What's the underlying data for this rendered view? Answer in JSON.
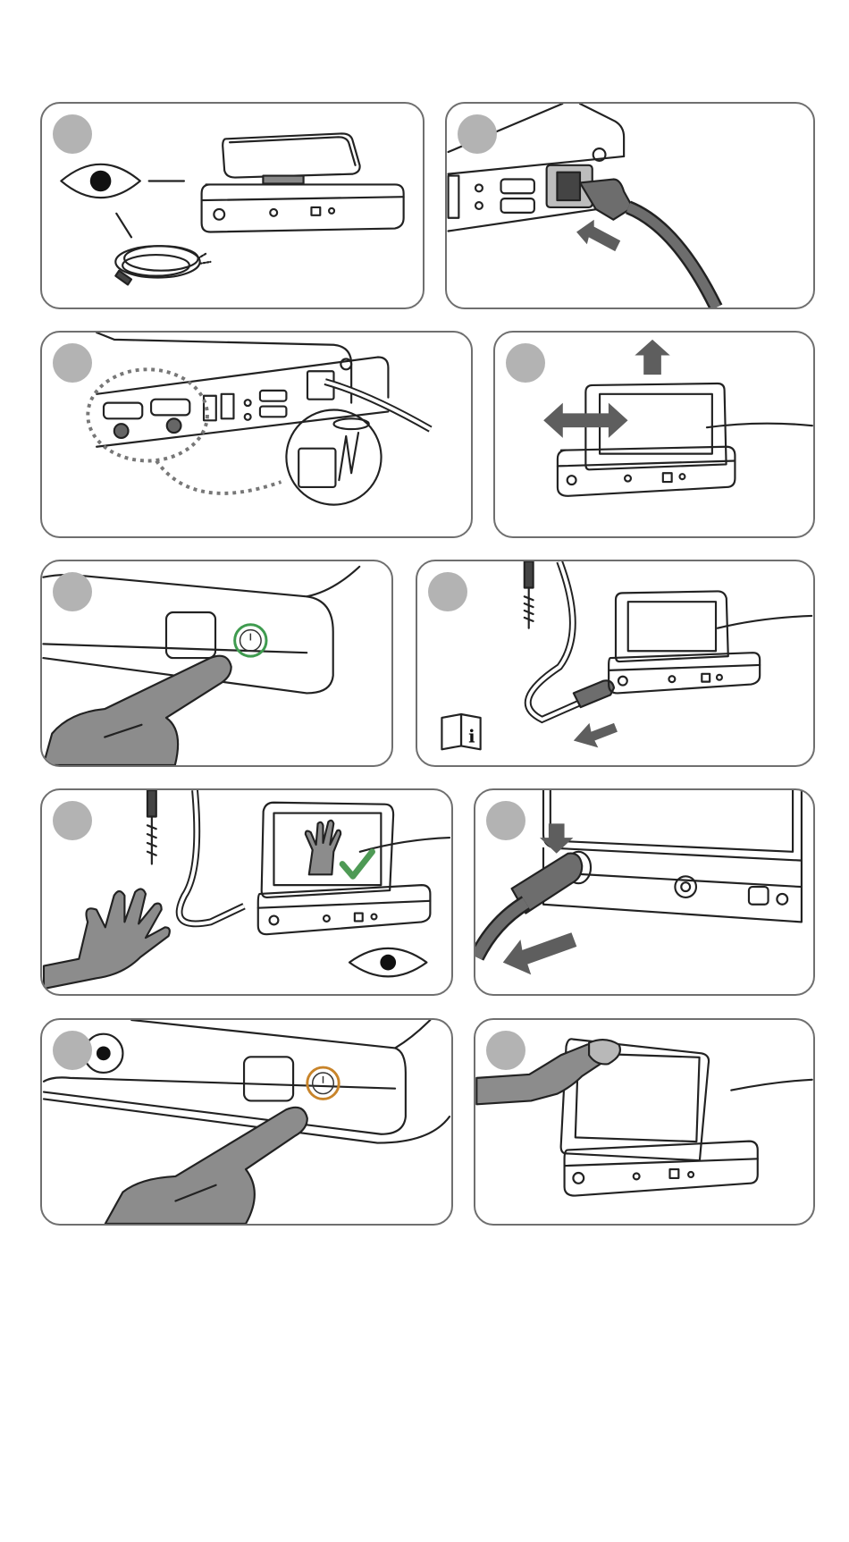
{
  "colors": {
    "panel_border": "#6f6f6f",
    "step_dot": "#b3b3b3",
    "line_art": "#222222",
    "arrow_gray": "#5e5e5e",
    "glove_gray": "#8c8c8c",
    "power_on_green": "#3f9b4f",
    "power_standby_orange": "#c8842a",
    "check_green": "#4e9a55"
  },
  "panels": [
    {
      "id": "p1",
      "icons": [
        "eye-icon",
        "device-with-display-icon",
        "cable-icon"
      ]
    },
    {
      "id": "p2",
      "icons": [
        "power-inlet-icon",
        "power-plug-icon",
        "push-arrow-icon"
      ]
    },
    {
      "id": "p3",
      "icons": [
        "rear-ports-icon",
        "cable-clip-icon"
      ]
    },
    {
      "id": "p4",
      "icons": [
        "display-icon",
        "move-arrows-icon",
        "lift-arrow-icon"
      ]
    },
    {
      "id": "p5",
      "icons": [
        "power-button-green-icon",
        "finger-press-icon"
      ]
    },
    {
      "id": "p6",
      "icons": [
        "torque-wrench-icon",
        "cable-connect-icon",
        "manual-info-icon"
      ]
    },
    {
      "id": "p7",
      "icons": [
        "hand-glove-icon",
        "check-icon",
        "eye-icon"
      ]
    },
    {
      "id": "p8",
      "icons": [
        "cable-disconnect-icon",
        "pull-arrow-icon"
      ]
    },
    {
      "id": "p9",
      "icons": [
        "power-button-orange-icon",
        "finger-press-icon"
      ]
    },
    {
      "id": "p10",
      "icons": [
        "wipe-cloth-icon",
        "display-icon"
      ]
    }
  ],
  "manual_icon_letter": "i"
}
